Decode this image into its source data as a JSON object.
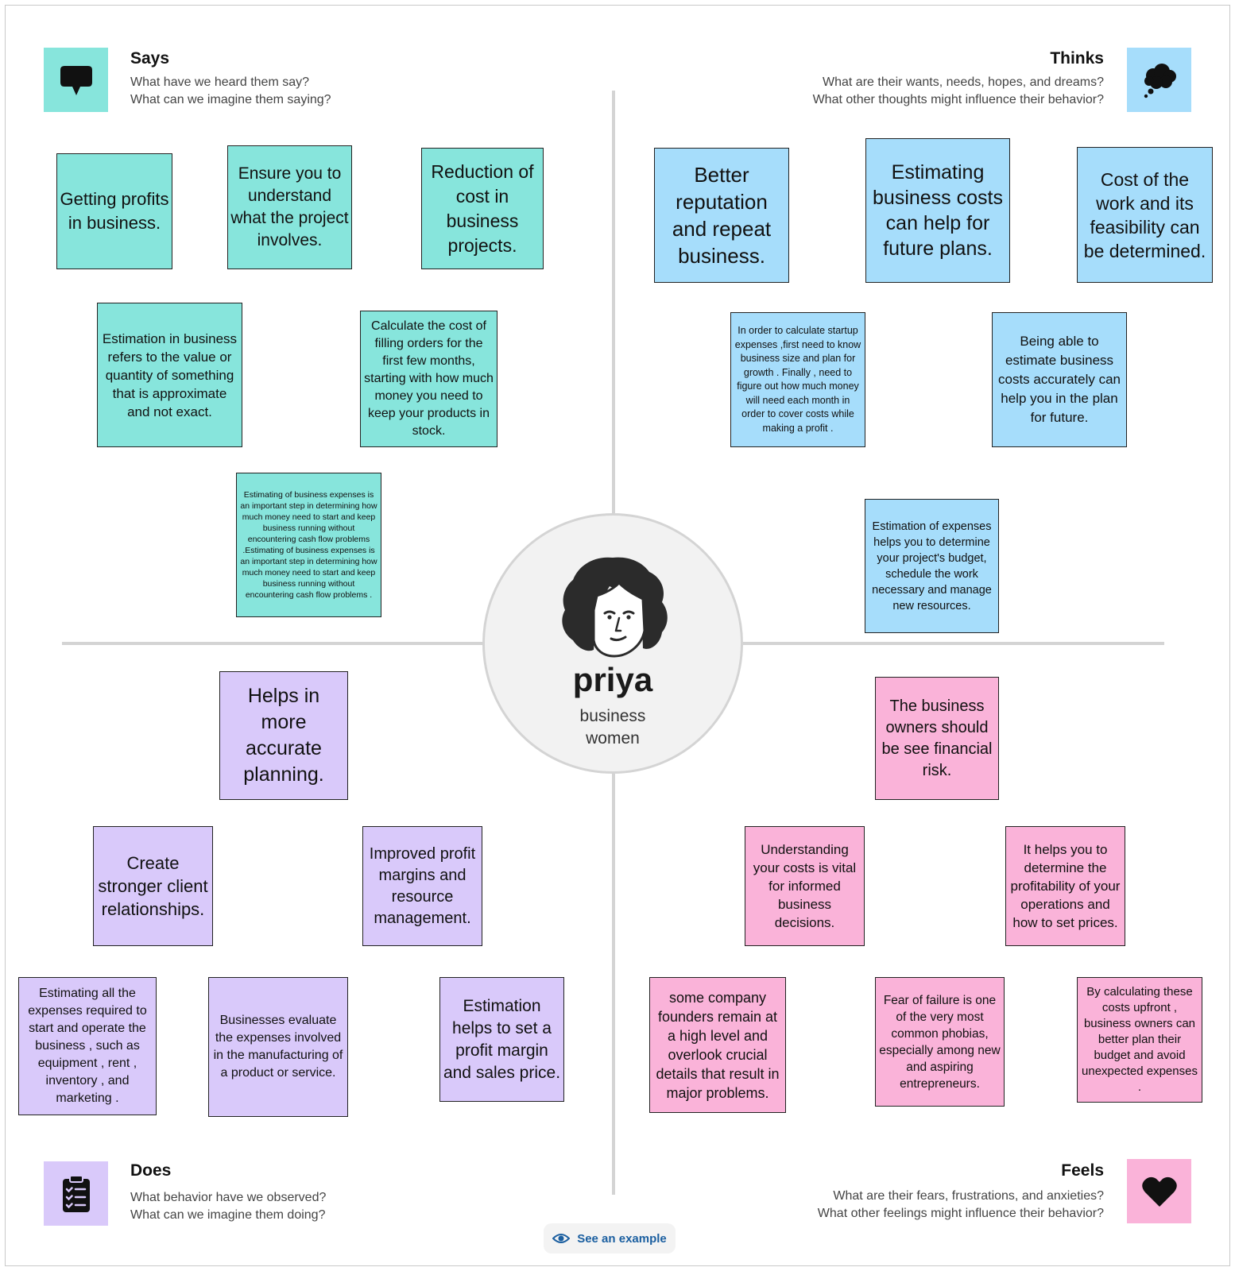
{
  "persona": {
    "name": "priya",
    "role": "business\nwomen"
  },
  "quadrants": {
    "says": {
      "title": "Says",
      "q1": "What have we heard them say?",
      "q2": "What can we imagine them saying?"
    },
    "thinks": {
      "title": "Thinks",
      "q1": "What are their wants, needs, hopes, and dreams?",
      "q2": "What other thoughts might influence their behavior?"
    },
    "does": {
      "title": "Does",
      "q1": "What behavior have we observed?",
      "q2": "What can we imagine them doing?"
    },
    "feels": {
      "title": "Feels",
      "q1": "What are their fears, frustrations, and anxieties?",
      "q2": "What other feelings might influence their behavior?"
    }
  },
  "notes": {
    "says": [
      "Getting profits in business.",
      "Ensure you to understand what the project involves.",
      "Reduction of cost in business projects.",
      "Estimation in business refers to the value or quantity of something that is approximate and not exact.",
      "Calculate the cost of filling orders for the first few months, starting with how much money you need to keep your products in stock.",
      "Estimating of business expenses is an important step in determining how much money need to start and keep business running without encountering cash flow problems .Estimating of business expenses is an important step in determining how much money need to start and keep business running without encountering cash flow problems ."
    ],
    "thinks": [
      "Better reputation and repeat business.",
      "Estimating business costs can help for future plans.",
      "Cost of the work and its feasibility can be determined.",
      "In order to calculate startup expenses ,first need to know  business size and plan for growth . Finally , need to figure out how much money will need each month in order to cover costs while making a profit .",
      "Being able to estimate business costs accurately can help you in the plan for future.",
      "Estimation of expenses helps you to determine your project's budget, schedule the work necessary and manage new resources."
    ],
    "does": [
      "Helps in more accurate planning.",
      "Create stronger client relationships.",
      "Improved profit margins and resource management.",
      "Estimating all the expenses required to start and operate the business , such as equipment , rent , inventory , and marketing .",
      "Businesses evaluate the expenses involved in the manufacturing of a product or service.",
      "Estimation helps to set a profit margin and sales price."
    ],
    "feels": [
      "The business owners should be see financial risk.",
      "Understanding your costs is vital for informed business decisions.",
      "It helps you to determine the profitability of your operations and how to set prices.",
      "some company founders remain at a high level and overlook crucial details that result in major problems.",
      "Fear of failure is one of the very most common phobias, especially among new and aspiring entrepreneurs.",
      "By calculating these costs upfront , business owners can better plan their budget and avoid unexpected expenses ."
    ]
  },
  "footer": {
    "example_label": "See an example"
  },
  "colors": {
    "says": "#87e5dc",
    "thinks": "#a6ddfb",
    "does": "#d9c9fa",
    "feels": "#fab3d9",
    "accent": "#1b5fa0"
  },
  "icons": {
    "says": "speech-bubble-icon",
    "thinks": "thought-cloud-icon",
    "does": "clipboard-icon",
    "feels": "heart-icon",
    "example": "eye-icon"
  }
}
